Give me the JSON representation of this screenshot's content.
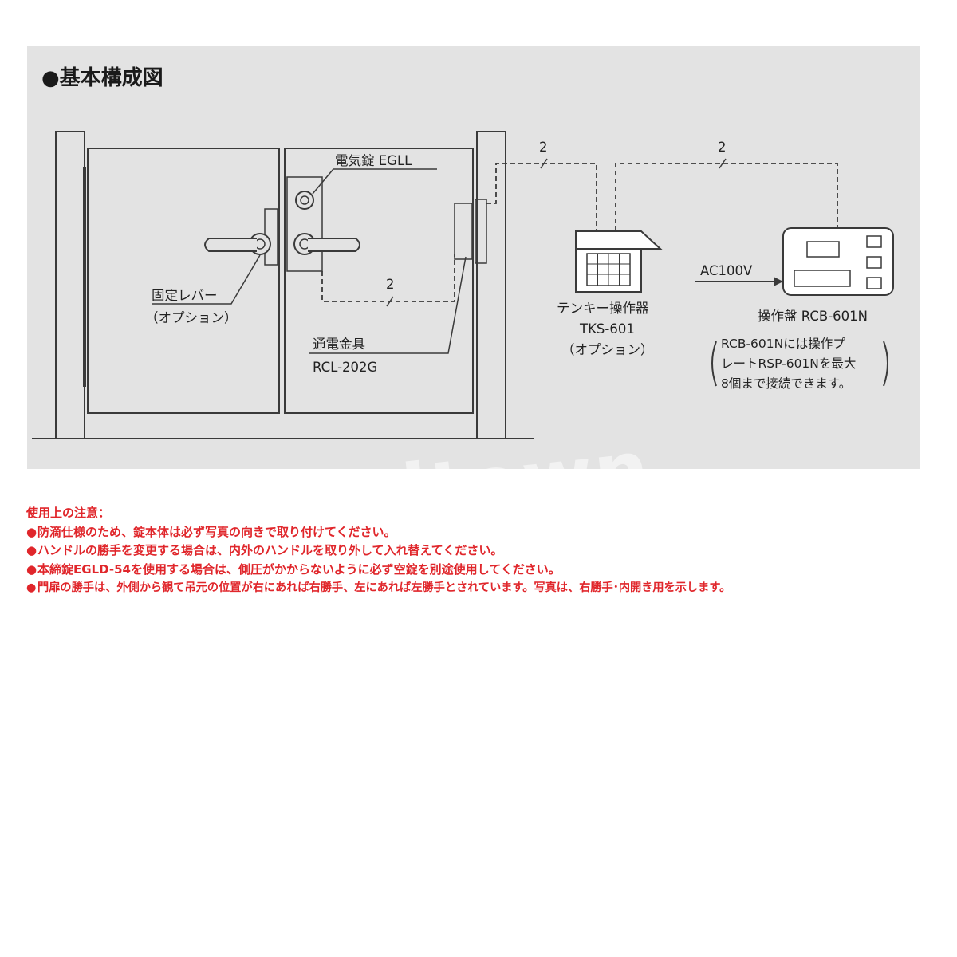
{
  "diagram": {
    "title": "●基本構成図",
    "labels": {
      "electric_lock": "電気錠 EGLL",
      "fixed_lever_1": "固定レバー",
      "fixed_lever_2": "（オプション）",
      "conductor_1": "通電金具",
      "conductor_2": "RCL-202G",
      "keypad_1": "テンキー操作器",
      "keypad_2": "TKS-601",
      "keypad_3": "（オプション）",
      "panel": "操作盤 RCB-601N",
      "ac": "AC100V",
      "wire_count_door": "2",
      "wire_count_keypad": "2",
      "wire_count_panel": "2",
      "panel_note_1": "RCB-601Nには操作プ",
      "panel_note_2": "レートRSP-601Nを最大",
      "panel_note_3": "8個まで接続できます。"
    },
    "watermark": "kagitown"
  },
  "notes": {
    "heading": "使用上の注意：",
    "bullet": "●",
    "items": [
      "防滴仕様のため、錠本体は必ず写真の向きで取り付けてください。",
      "ハンドルの勝手を変更する場合は、内外のハンドルを取り外して入れ替えてください。",
      "本締錠EGLD-54を使用する場合は、側圧がかからないように必ず空錠を別途使用してください。",
      "門扉の勝手は、外側から観て吊元の位置が右にあれば右勝手、左にあれば左勝手とされています。写真は、右勝手･内開き用を示します。"
    ]
  },
  "colors": {
    "panel_background": "#e3e3e3",
    "line": "#3a3a3a",
    "note_text": "#e0262b"
  }
}
